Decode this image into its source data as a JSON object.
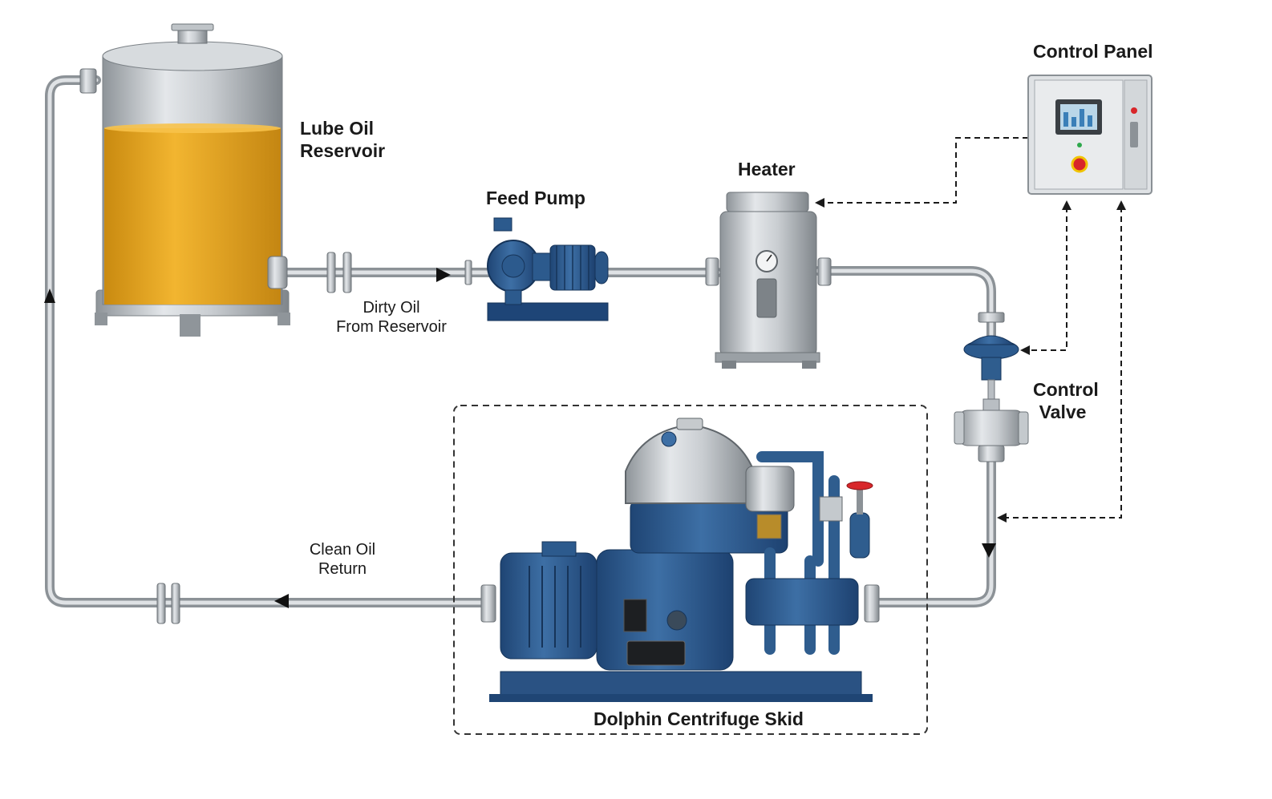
{
  "labels": {
    "reservoir_line1": "Lube Oil",
    "reservoir_line2": "Reservoir",
    "feed_pump": "Feed Pump",
    "heater": "Heater",
    "control_panel": "Control Panel",
    "control_valve_line1": "Control",
    "control_valve_line2": "Valve",
    "dirty_oil_line1": "Dirty Oil",
    "dirty_oil_line2": "From Reservoir",
    "clean_oil_line1": "Clean Oil",
    "clean_oil_line2": "Return",
    "skid": "Dolphin Centrifuge Skid"
  },
  "colors": {
    "oil": "#e6a41c",
    "equipment_blue": "#2f5d8e",
    "steel": "#b9bec3",
    "pipe": "#a7adb2",
    "signal_line": "#1a1a1a",
    "estop_red": "#d8262a"
  }
}
